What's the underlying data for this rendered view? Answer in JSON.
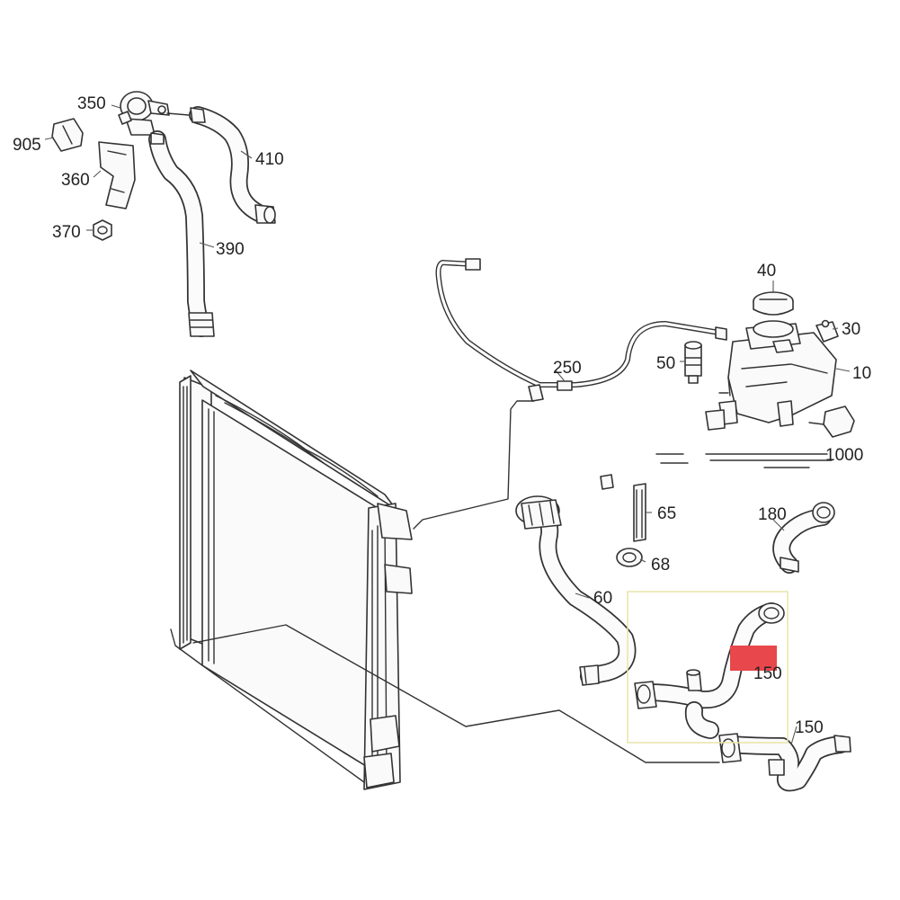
{
  "labels": {
    "p350": "350",
    "p905": "905",
    "p360": "360",
    "p370": "370",
    "p410": "410",
    "p390": "390",
    "p40": "40",
    "p30": "30",
    "p50": "50",
    "p250": "250",
    "p10": "10",
    "p1000": "1000",
    "p65": "65",
    "p180": "180",
    "p68": "68",
    "p60": "60",
    "p150a": "150",
    "p150b": "150"
  },
  "colors": {
    "highlight_box": "#e8e4a8",
    "highlight_marker": "#e8474c",
    "line": "#333333"
  }
}
